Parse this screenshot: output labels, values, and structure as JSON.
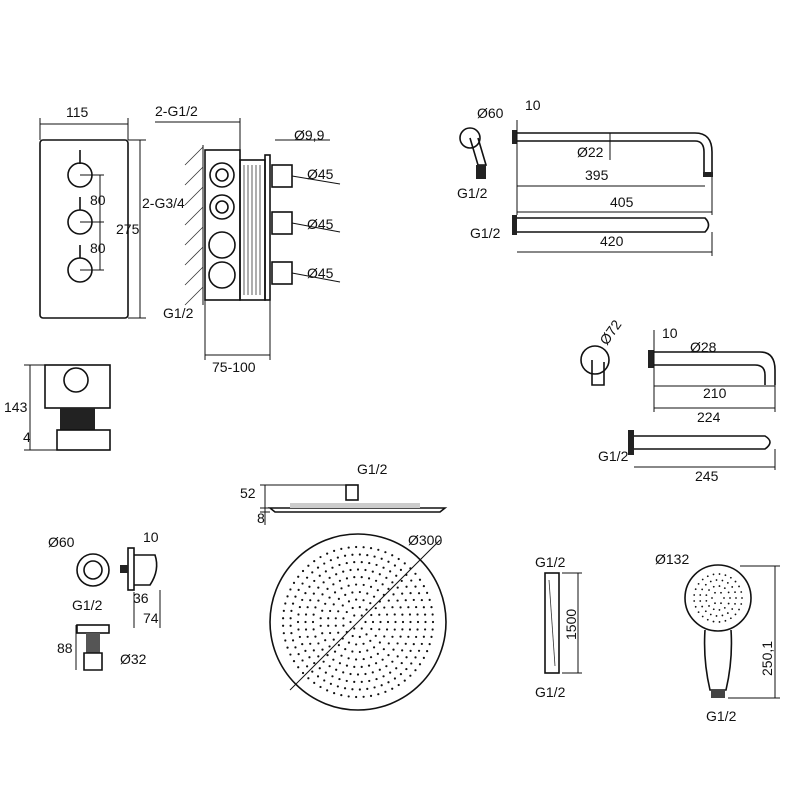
{
  "valve_front": {
    "width": "115",
    "height": "275",
    "spacing_1": "80",
    "spacing_2": "80"
  },
  "valve_side": {
    "outlets_top": "2-G1/2",
    "stem": "Ø9,9",
    "knob_1": "Ø45",
    "knob_2": "Ø45",
    "knob_3": "Ø45",
    "inlets": "2-G3/4",
    "bottom": "G1/2",
    "depth": "75-100"
  },
  "valve_top": {
    "height": "143",
    "offset": "4"
  },
  "shower_arm": {
    "rosette": "Ø60",
    "plate": "10",
    "tube": "Ø22",
    "reach_inner": "395",
    "reach": "405",
    "thread": "G1/2",
    "thread_2": "G1/2",
    "length": "420"
  },
  "spout": {
    "rosette": "Ø72",
    "plate": "10",
    "tube": "Ø28",
    "reach_inner": "210",
    "reach": "224",
    "thread": "G1/2",
    "length": "245"
  },
  "head_shower": {
    "thread": "G1/2",
    "height": "52",
    "thickness": "8",
    "diameter": "Ø300"
  },
  "wall_outlet": {
    "rosette": "Ø60",
    "plate": "10",
    "thread": "G1/2",
    "depth_1": "36",
    "depth_2": "74",
    "holder_height": "88",
    "holder_dia": "Ø32"
  },
  "hose": {
    "thread_top": "G1/2",
    "length": "1500",
    "thread_bottom": "G1/2"
  },
  "hand_shower": {
    "diameter": "Ø132",
    "length": "250,1",
    "thread": "G1/2"
  }
}
